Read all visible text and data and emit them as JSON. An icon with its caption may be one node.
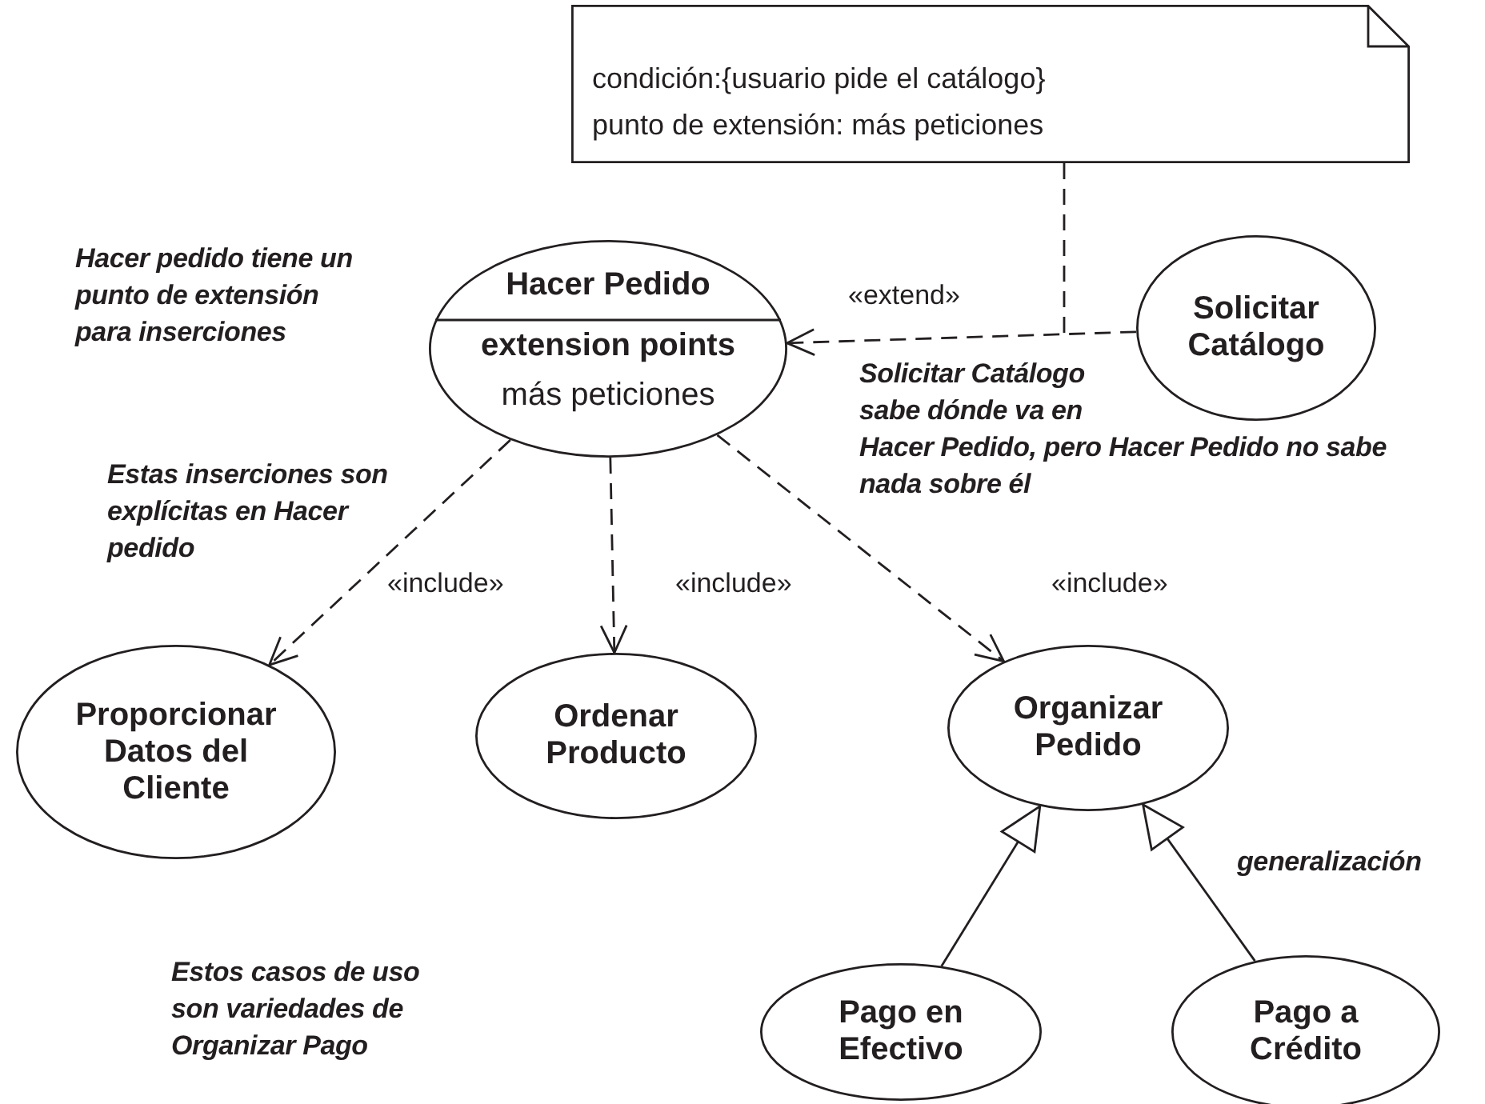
{
  "diagram": {
    "nodes": [
      {
        "text": [
          "condición:{usuario pide el catálogo}",
          "punto de extensión: más peticiones"
        ]
      },
      {
        "text": [
          "Hacer Pedido",
          "extension points",
          "más peticiones"
        ]
      },
      {
        "text": [
          "Solicitar Catálogo"
        ]
      },
      {
        "text": [
          "Proporcionar Datos del Cliente"
        ]
      },
      {
        "text": [
          "Ordenar Producto"
        ]
      },
      {
        "text": [
          "Organizar Pedido"
        ]
      },
      {
        "text": [
          "Pago en Efectivo"
        ]
      },
      {
        "text": [
          "Pago a Crédito"
        ]
      }
    ],
    "edges": [
      {
        "from": 2,
        "to": 1,
        "arrow": "to",
        "label": "«extend»",
        "style": "dashed"
      },
      {
        "from": 0,
        "to": null,
        "arrow": "none",
        "style": "dashed"
      },
      {
        "from": 1,
        "to": 3,
        "arrow": "to",
        "label": "«include»",
        "style": "dashed"
      },
      {
        "from": 1,
        "to": 4,
        "arrow": "to",
        "label": "«include»",
        "style": "dashed"
      },
      {
        "from": 1,
        "to": 5,
        "arrow": "to",
        "label": "«include»",
        "style": "dashed"
      },
      {
        "from": 6,
        "to": 5,
        "arrow": "to"
      },
      {
        "from": 7,
        "to": 5,
        "arrow": "to"
      }
    ],
    "labels": [
      "Hacer pedido tiene un punto de extensión para inserciones",
      "Solicitar Catálogo sabe dónde va en Hacer Pedido, pero Hacer Pedido no sabe nada sobre él",
      "Estas inserciones son explícitas en Hacer pedido",
      "generalización",
      "Estos casos de uso son variedades de Organizar Pago"
    ]
  }
}
